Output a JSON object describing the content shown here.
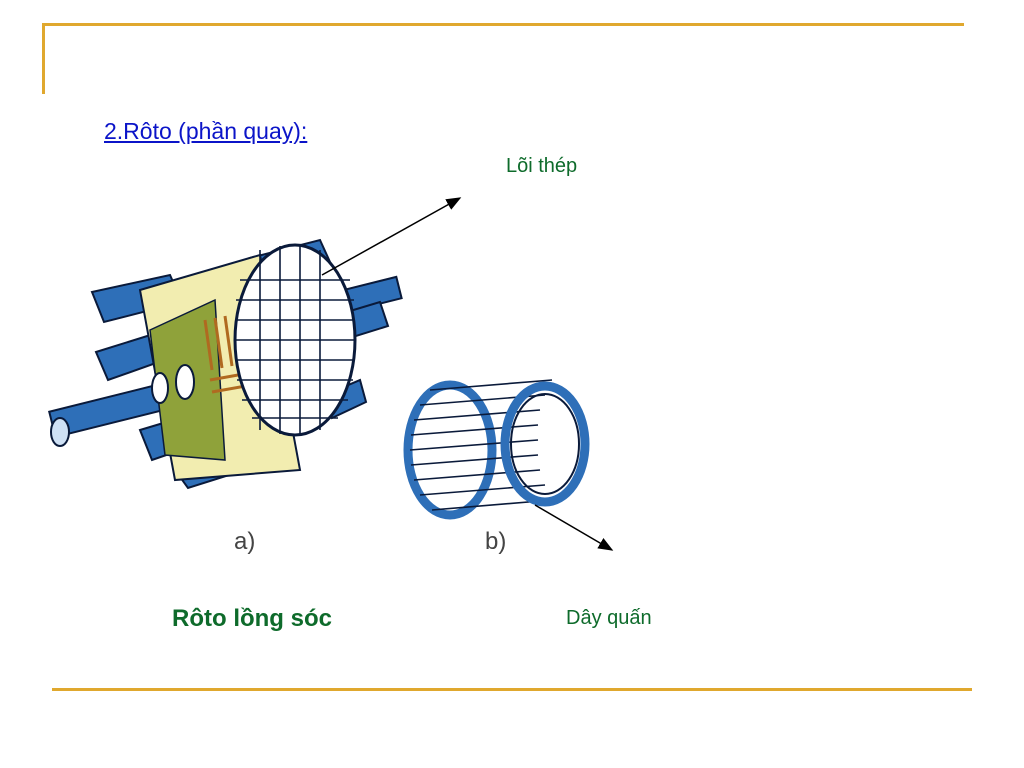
{
  "slide": {
    "heading": "2.Rôto (phần quay):",
    "labels": {
      "core": "Lõi thép",
      "winding": "Dây quấn"
    },
    "sub_captions": {
      "a": "a)",
      "b": "b)"
    },
    "caption": "Rôto lồng sóc"
  },
  "colors": {
    "accent_line": "#E0A82E",
    "heading": "#0B14C8",
    "label_green": "#0E6B2B",
    "part_blue": "#2E6FB8",
    "core_yellow": "#F2EDB0",
    "core_olive": "#8FA23A"
  }
}
